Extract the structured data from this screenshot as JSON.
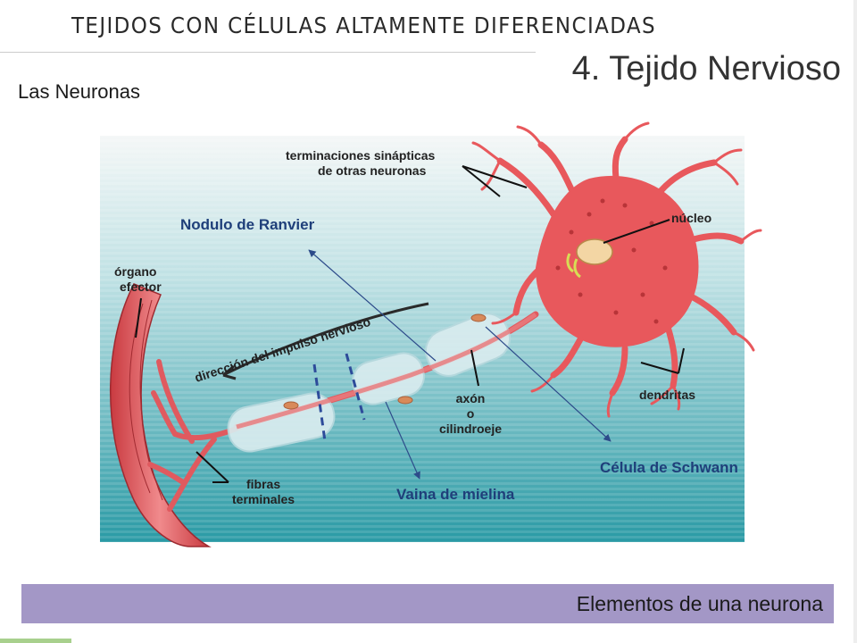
{
  "header": {
    "course_title": "TEJIDOS CON CÉLULAS ALTAMENTE DIFERENCIADAS",
    "slide_title": "4. Tejido Nervioso",
    "subtitle": "Las Neuronas"
  },
  "diagram": {
    "labels": {
      "terminaciones": "terminaciones sinápticas",
      "terminaciones_2": "de otras neuronas",
      "nucleo": "núcleo",
      "organo": "órgano",
      "organo_2": "efector",
      "direccion": "dirección del impulso nervioso",
      "axon": "axón",
      "axon_o": "o",
      "axon_2": "cilindroeje",
      "dendritas": "dendritas",
      "fibras": "fibras",
      "fibras_2": "terminales"
    },
    "callouts": {
      "nodulo": "Nodulo de Ranvier",
      "schwann": "Célula de Schwann",
      "vaina": "Vaina de mielina"
    },
    "colors": {
      "background_top": "#f4f7f7",
      "background_bottom": "#2a9aa5",
      "neuron": "#e8585c",
      "myelin": "#d9ecef",
      "callout_arrow": "#2d4b8a"
    }
  },
  "footer": {
    "banner_text": "Elementos de una neurona",
    "banner_color": "#a397c6"
  }
}
